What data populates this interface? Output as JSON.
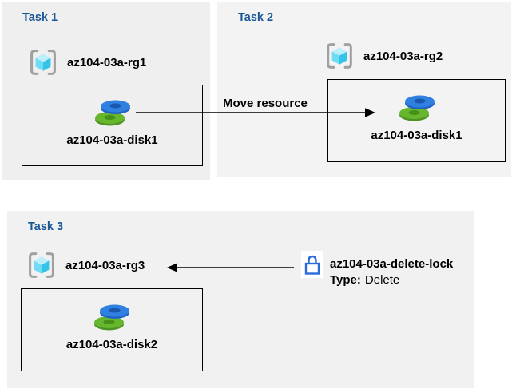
{
  "colors": {
    "panel_task1": "#efefef",
    "panel_task2": "#f3f3f3",
    "panel_task3": "#f1f1f1",
    "task_title": "#1a5796",
    "box_border": "#000000",
    "arrow": "#000000",
    "bracket_gray": "#a0a0a0",
    "cube_top": "#bdeefb",
    "cube_left": "#6fdcf5",
    "cube_right": "#35c3e8",
    "disk_blue": "#2f80e0",
    "disk_blue_rim": "#1f63c4",
    "disk_blue_dark": "#1b57ad",
    "disk_green": "#66b62e",
    "disk_green_rim": "#4e9423",
    "disk_green_dark": "#459018",
    "lock_blue": "#2b6bd9",
    "lock_bg": "#ffffff"
  },
  "tasks": [
    {
      "title": "Task 1",
      "resource_group": {
        "icon": "resource-group-icon",
        "name": "az104-03a-rg1"
      },
      "disk": {
        "icon": "disk-icon",
        "name": "az104-03a-disk1"
      }
    },
    {
      "title": "Task 2",
      "resource_group": {
        "icon": "resource-group-icon",
        "name": "az104-03a-rg2"
      },
      "disk": {
        "icon": "disk-icon",
        "name": "az104-03a-disk1"
      }
    },
    {
      "title": "Task 3",
      "resource_group": {
        "icon": "resource-group-icon",
        "name": "az104-03a-rg3"
      },
      "disk": {
        "icon": "disk-icon",
        "name": "az104-03a-disk2"
      }
    }
  ],
  "connections": [
    {
      "label": "Move resource",
      "from": "az104-03a-disk1 in az104-03a-rg1",
      "to": "az104-03a-rg2",
      "direction": "right"
    },
    {
      "label": "",
      "from": "az104-03a-delete-lock",
      "to": "az104-03a-rg3",
      "direction": "left"
    }
  ],
  "lock_annotation": {
    "icon": "lock-icon",
    "name": "az104-03a-delete-lock",
    "type_label": "Type:",
    "type_value": "Delete"
  }
}
